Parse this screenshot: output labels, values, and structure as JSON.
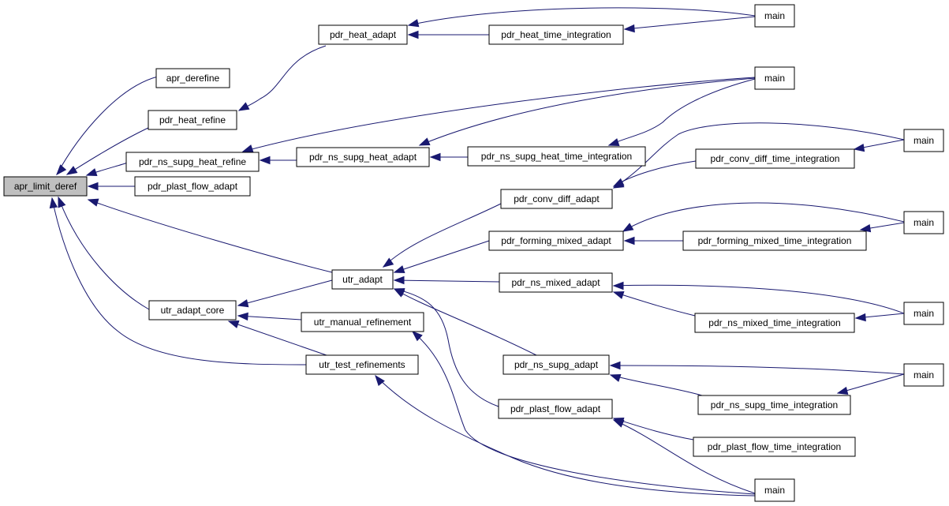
{
  "diagram": {
    "colors": {
      "edge": "#191970",
      "root_fill": "#bfbfbf",
      "node_fill": "#ffffff",
      "border": "#000000"
    },
    "nodes": [
      {
        "id": "apr_limit_deref",
        "label": "apr_limit_deref",
        "root": true
      },
      {
        "id": "apr_derefine",
        "label": "apr_derefine"
      },
      {
        "id": "pdr_heat_refine",
        "label": "pdr_heat_refine"
      },
      {
        "id": "pdr_ns_supg_heat_refine",
        "label": "pdr_ns_supg_heat_refine"
      },
      {
        "id": "pdr_plast_flow_adapt_1",
        "label": "pdr_plast_flow_adapt"
      },
      {
        "id": "utr_adapt_core",
        "label": "utr_adapt_core"
      },
      {
        "id": "pdr_heat_adapt",
        "label": "pdr_heat_adapt"
      },
      {
        "id": "pdr_heat_time_integration",
        "label": "pdr_heat_time_integration"
      },
      {
        "id": "pdr_ns_supg_heat_adapt",
        "label": "pdr_ns_supg_heat_adapt"
      },
      {
        "id": "pdr_ns_supg_heat_time_integration",
        "label": "pdr_ns_supg_heat_time_integration"
      },
      {
        "id": "utr_adapt",
        "label": "utr_adapt"
      },
      {
        "id": "utr_manual_refinement",
        "label": "utr_manual_refinement"
      },
      {
        "id": "utr_test_refinements",
        "label": "utr_test_refinements"
      },
      {
        "id": "pdr_conv_diff_adapt",
        "label": "pdr_conv_diff_adapt"
      },
      {
        "id": "pdr_conv_diff_time_integration",
        "label": "pdr_conv_diff_time_integration"
      },
      {
        "id": "pdr_forming_mixed_adapt",
        "label": "pdr_forming_mixed_adapt"
      },
      {
        "id": "pdr_forming_mixed_time_integration",
        "label": "pdr_forming_mixed_time_integration"
      },
      {
        "id": "pdr_ns_mixed_adapt",
        "label": "pdr_ns_mixed_adapt"
      },
      {
        "id": "pdr_ns_mixed_time_integration",
        "label": "pdr_ns_mixed_time_integration"
      },
      {
        "id": "pdr_ns_supg_adapt",
        "label": "pdr_ns_supg_adapt"
      },
      {
        "id": "pdr_ns_supg_time_integration",
        "label": "pdr_ns_supg_time_integration"
      },
      {
        "id": "pdr_plast_flow_adapt_2",
        "label": "pdr_plast_flow_adapt"
      },
      {
        "id": "pdr_plast_flow_time_integration",
        "label": "pdr_plast_flow_time_integration"
      },
      {
        "id": "main_1",
        "label": "main"
      },
      {
        "id": "main_2",
        "label": "main"
      },
      {
        "id": "main_3",
        "label": "main"
      },
      {
        "id": "main_4",
        "label": "main"
      },
      {
        "id": "main_5",
        "label": "main"
      },
      {
        "id": "main_6",
        "label": "main"
      },
      {
        "id": "main_7",
        "label": "main"
      }
    ],
    "edges": [
      {
        "from": "apr_derefine",
        "to": "apr_limit_deref"
      },
      {
        "from": "pdr_heat_refine",
        "to": "apr_limit_deref"
      },
      {
        "from": "pdr_ns_supg_heat_refine",
        "to": "apr_limit_deref"
      },
      {
        "from": "pdr_plast_flow_adapt_1",
        "to": "apr_limit_deref"
      },
      {
        "from": "utr_adapt",
        "to": "apr_limit_deref"
      },
      {
        "from": "utr_adapt_core",
        "to": "apr_limit_deref"
      },
      {
        "from": "utr_test_refinements",
        "to": "apr_limit_deref"
      },
      {
        "from": "pdr_heat_adapt",
        "to": "pdr_heat_refine"
      },
      {
        "from": "main_1",
        "to": "pdr_heat_adapt"
      },
      {
        "from": "pdr_heat_time_integration",
        "to": "pdr_heat_adapt"
      },
      {
        "from": "main_1",
        "to": "pdr_heat_time_integration"
      },
      {
        "from": "main_2",
        "to": "pdr_ns_supg_heat_refine"
      },
      {
        "from": "pdr_ns_supg_heat_adapt",
        "to": "pdr_ns_supg_heat_refine"
      },
      {
        "from": "main_2",
        "to": "pdr_ns_supg_heat_adapt"
      },
      {
        "from": "pdr_ns_supg_heat_time_integration",
        "to": "pdr_ns_supg_heat_adapt"
      },
      {
        "from": "main_2",
        "to": "pdr_ns_supg_heat_time_integration"
      },
      {
        "from": "utr_adapt",
        "to": "utr_adapt_core"
      },
      {
        "from": "utr_manual_refinement",
        "to": "utr_adapt_core"
      },
      {
        "from": "utr_test_refinements",
        "to": "utr_adapt_core"
      },
      {
        "from": "pdr_conv_diff_adapt",
        "to": "utr_adapt"
      },
      {
        "from": "pdr_forming_mixed_adapt",
        "to": "utr_adapt"
      },
      {
        "from": "pdr_ns_mixed_adapt",
        "to": "utr_adapt"
      },
      {
        "from": "pdr_ns_supg_adapt",
        "to": "utr_adapt"
      },
      {
        "from": "pdr_plast_flow_adapt_2",
        "to": "utr_adapt"
      },
      {
        "from": "main_7",
        "to": "utr_manual_refinement"
      },
      {
        "from": "main_7",
        "to": "utr_test_refinements"
      },
      {
        "from": "main_3",
        "to": "pdr_conv_diff_adapt"
      },
      {
        "from": "pdr_conv_diff_time_integration",
        "to": "pdr_conv_diff_adapt"
      },
      {
        "from": "main_3",
        "to": "pdr_conv_diff_time_integration"
      },
      {
        "from": "main_4",
        "to": "pdr_forming_mixed_adapt"
      },
      {
        "from": "pdr_forming_mixed_time_integration",
        "to": "pdr_forming_mixed_adapt"
      },
      {
        "from": "main_4",
        "to": "pdr_forming_mixed_time_integration"
      },
      {
        "from": "main_5",
        "to": "pdr_ns_mixed_adapt"
      },
      {
        "from": "pdr_ns_mixed_time_integration",
        "to": "pdr_ns_mixed_adapt"
      },
      {
        "from": "main_5",
        "to": "pdr_ns_mixed_time_integration"
      },
      {
        "from": "main_6",
        "to": "pdr_ns_supg_adapt"
      },
      {
        "from": "pdr_ns_supg_time_integration",
        "to": "pdr_ns_supg_adapt"
      },
      {
        "from": "main_6",
        "to": "pdr_ns_supg_time_integration"
      },
      {
        "from": "main_7",
        "to": "pdr_plast_flow_adapt_2"
      },
      {
        "from": "pdr_plast_flow_time_integration",
        "to": "pdr_plast_flow_adapt_2"
      }
    ]
  }
}
